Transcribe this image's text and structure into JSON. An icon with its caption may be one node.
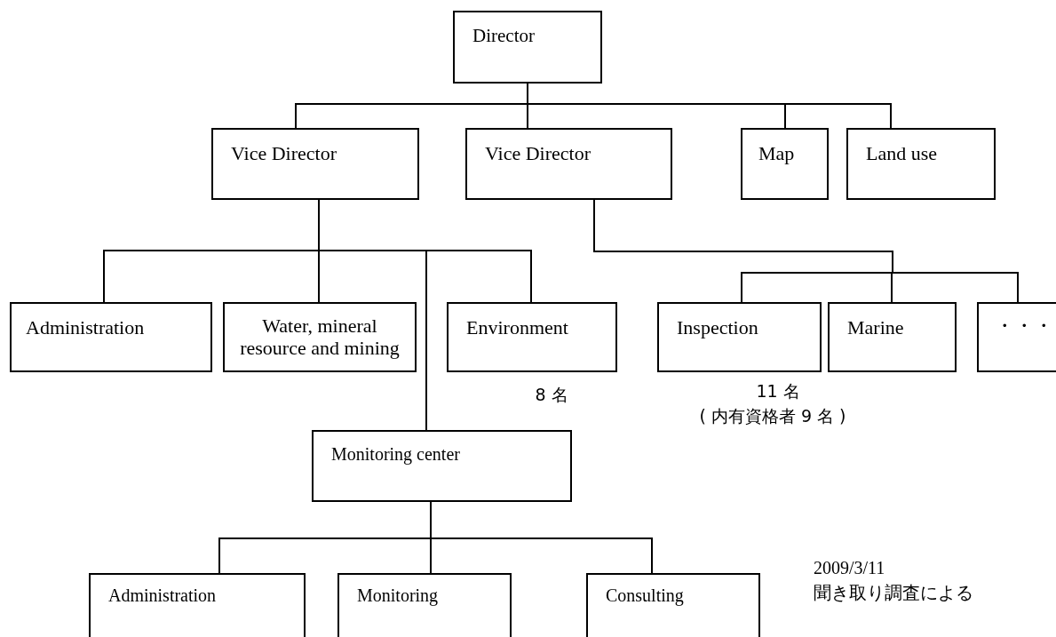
{
  "diagram": {
    "nodes": [
      {
        "text": [
          "Director"
        ]
      },
      {
        "text": [
          "Vice Director"
        ]
      },
      {
        "text": [
          "Vice Director"
        ]
      },
      {
        "text": [
          "Map"
        ]
      },
      {
        "text": [
          "Land use"
        ]
      },
      {
        "text": [
          "Administration"
        ]
      },
      {
        "text": [
          "Water, mineral resource and mining"
        ]
      },
      {
        "text": [
          "Environment"
        ],
        "beside": [
          "8 名"
        ]
      },
      {
        "text": [
          "Inspection"
        ],
        "beside": [
          "11 名",
          "( 内有資格者 9 名 )"
        ]
      },
      {
        "text": [
          "Marine"
        ]
      },
      {
        "text": [
          "・・・"
        ]
      },
      {
        "text": [
          "Monitoring center"
        ]
      },
      {
        "text": [
          "Administration"
        ]
      },
      {
        "text": [
          "Monitoring"
        ]
      },
      {
        "text": [
          "Consulting"
        ]
      }
    ],
    "edges": [
      {
        "from": 0,
        "to": 1,
        "arrow": "none"
      },
      {
        "from": 0,
        "to": 2,
        "arrow": "none"
      },
      {
        "from": 0,
        "to": 3,
        "arrow": "none"
      },
      {
        "from": 0,
        "to": 4,
        "arrow": "none"
      },
      {
        "from": 1,
        "to": 5,
        "arrow": "none"
      },
      {
        "from": 1,
        "to": 6,
        "arrow": "none"
      },
      {
        "from": 1,
        "to": 7,
        "arrow": "none"
      },
      {
        "from": 1,
        "to": 11,
        "arrow": "none"
      },
      {
        "from": 2,
        "to": 8,
        "arrow": "none"
      },
      {
        "from": 2,
        "to": 9,
        "arrow": "none"
      },
      {
        "from": 2,
        "to": 10,
        "arrow": "none"
      },
      {
        "from": 11,
        "to": 12,
        "arrow": "none"
      },
      {
        "from": 11,
        "to": 13,
        "arrow": "none"
      },
      {
        "from": 11,
        "to": 14,
        "arrow": "none"
      }
    ],
    "labels": [
      "2009/3/11",
      "聞き取り調査による"
    ]
  }
}
